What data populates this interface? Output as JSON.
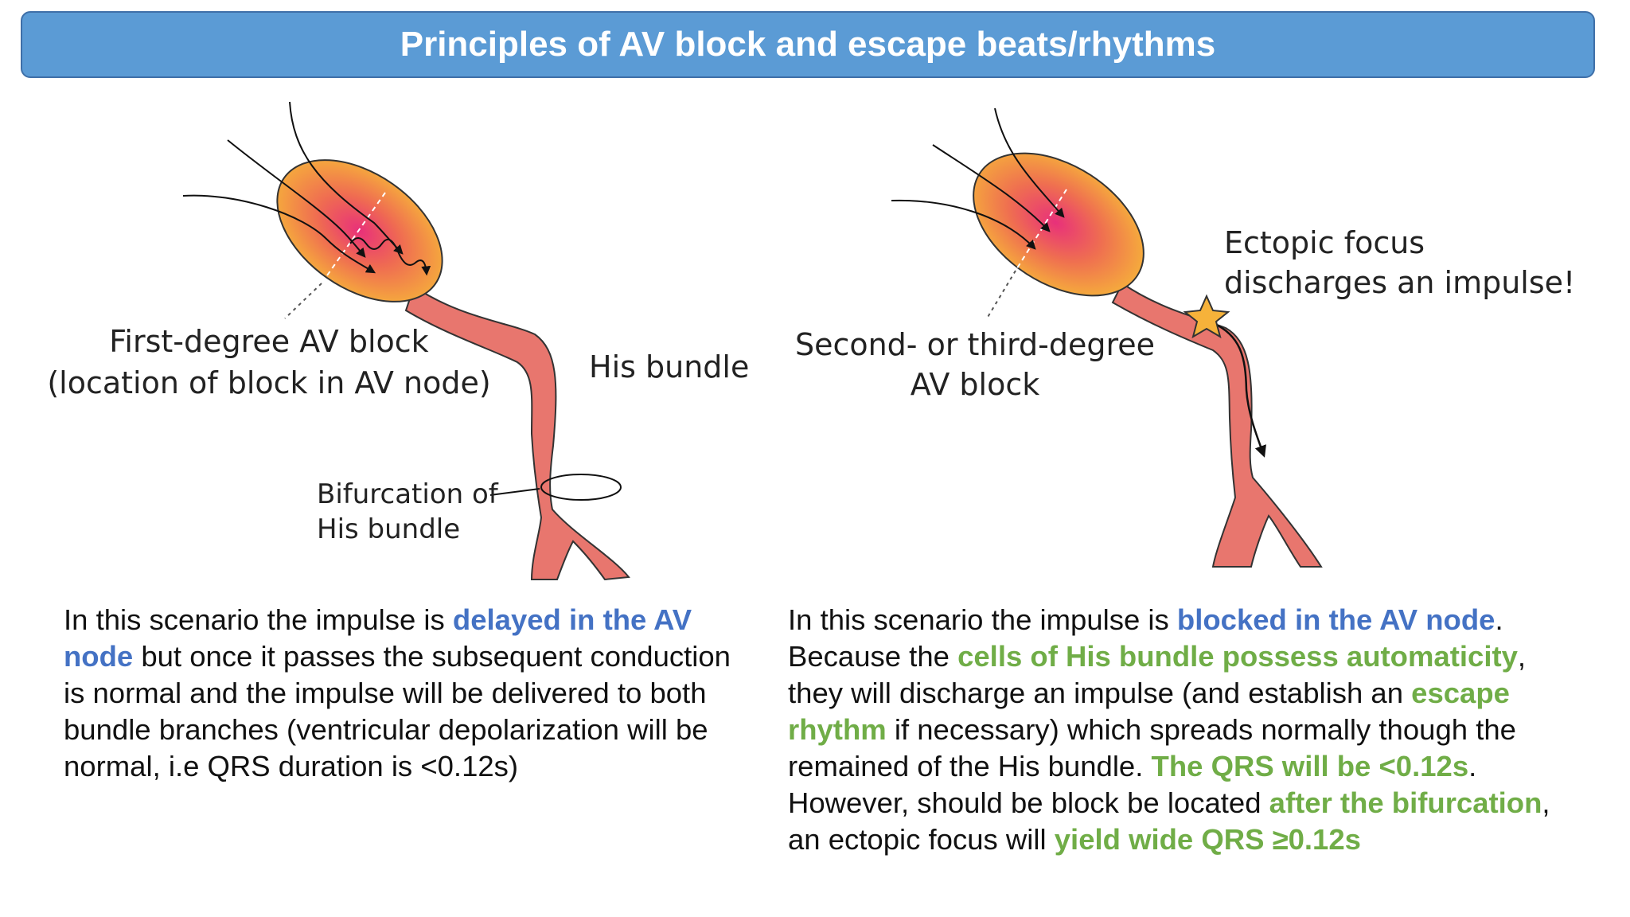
{
  "title": "Principles of AV block and escape beats/rhythms",
  "left_diagram": {
    "label_block_line1": "First-degree AV block",
    "label_block_line2": "(location of block in AV node)",
    "label_his": "His bundle",
    "label_bifurcation_line1": "Bifurcation of",
    "label_bifurcation_line2": "His bundle"
  },
  "right_diagram": {
    "label_block_line1": "Second- or third-degree",
    "label_block_line2": "AV block",
    "label_ectopic_line1": "Ectopic focus",
    "label_ectopic_line2": "discharges an impulse!"
  },
  "left_text": [
    {
      "t": "In this scenario the impulse is ",
      "s": ""
    },
    {
      "t": "delayed in the AV node",
      "s": "blue"
    },
    {
      "t": " but once it passes the subsequent conduction is normal and the impulse will be delivered to both bundle branches (ventricular depolarization will be normal, i.e QRS duration is <0.12s)",
      "s": ""
    }
  ],
  "right_text": [
    {
      "t": "In this scenario the impulse is ",
      "s": ""
    },
    {
      "t": "blocked in the AV node",
      "s": "blue"
    },
    {
      "t": ". Because the ",
      "s": ""
    },
    {
      "t": "cells of His bundle possess automaticity",
      "s": "green"
    },
    {
      "t": ", they will discharge an impulse (and establish an ",
      "s": ""
    },
    {
      "t": "escape rhythm",
      "s": "green"
    },
    {
      "t": " if necessary) which spreads normally though the remained of the His bundle. ",
      "s": ""
    },
    {
      "t": "The QRS will be <0.12s",
      "s": "green"
    },
    {
      "t": ". However, should be block be located ",
      "s": ""
    },
    {
      "t": "after the bifurcation",
      "s": "green"
    },
    {
      "t": ", an ectopic focus will ",
      "s": ""
    },
    {
      "t": "yield wide QRS ≥0.12s",
      "s": "green"
    }
  ],
  "colors": {
    "title_bar": "#5b9bd5",
    "bundle": "#e8766e",
    "node_outer": "#f6b23a",
    "node_inner": "#e8307a",
    "blue_highlight": "#4472c4",
    "green_highlight": "#70ad47"
  }
}
